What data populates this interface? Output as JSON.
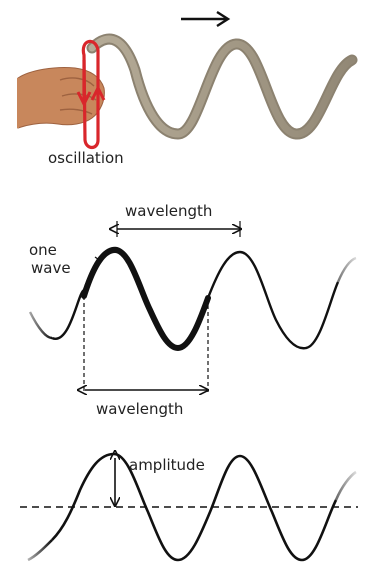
{
  "labels": {
    "oscillation": "oscillation",
    "wavelength_top": "wavelength",
    "one": "one",
    "wave": "wave",
    "wavelength_bottom": "wavelength",
    "amplitude": "amplitude"
  },
  "colors": {
    "rope": "#b5ab97",
    "rope_edge": "#8c8270",
    "hand_red": "#d9262b",
    "skin": "#c8875c",
    "skin_shadow": "#9e6240",
    "line": "#111111"
  },
  "icons": {
    "direction_arrow": "right-arrow-icon",
    "hand": "hand-icon"
  }
}
